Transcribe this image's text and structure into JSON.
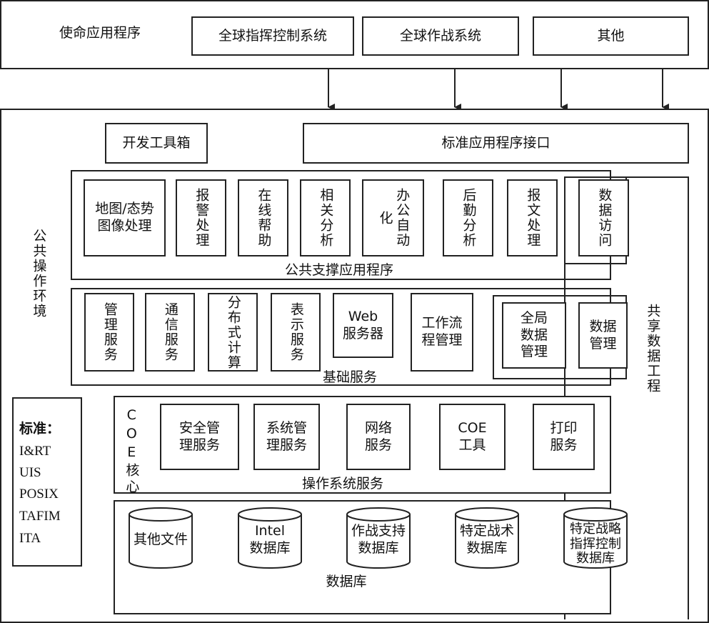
{
  "mission": {
    "label": "使命应用程序",
    "apps": [
      "全球指挥控制系统",
      "全球作战系统",
      "其他"
    ]
  },
  "common_env": {
    "label": "公共操作环境",
    "dev_toolkit": "开发工具箱",
    "std_api": "标准应用程序接口",
    "shared_data_eng": "共享数据工程"
  },
  "support_apps": {
    "label": "公共支撑应用程序",
    "items": [
      "地图/态势\n图像处理",
      "报警处理",
      "在线帮助",
      "相关分析",
      "办公自动化",
      "后勤分析",
      "报文处理",
      "数据访问"
    ]
  },
  "base_services": {
    "label": "基础服务",
    "items": [
      "管理服务",
      "通信服务",
      "分布式计算",
      "表示服务",
      "Web\n服务器",
      "工作流\n程管理"
    ],
    "data_mgmt": [
      "全局\n数据\n管理",
      "数据\n管理"
    ]
  },
  "coe_core": {
    "side_label": "COE核心",
    "label": "操作系统服务",
    "items": [
      "安全管\n理服务",
      "系统管\n理服务",
      "网络\n服务",
      "COE\n工具",
      "打印\n服务"
    ]
  },
  "databases": {
    "label": "数据库",
    "items": [
      "其他文件",
      "Intel\n数据库",
      "作战支持\n数据库",
      "特定战术\n数据库",
      "特定战略\n指挥控制\n数据库"
    ]
  },
  "standards": {
    "title": "标准：",
    "items": [
      "I&RT",
      "UIS",
      "POSIX",
      "TAFIM",
      "ITA"
    ]
  }
}
